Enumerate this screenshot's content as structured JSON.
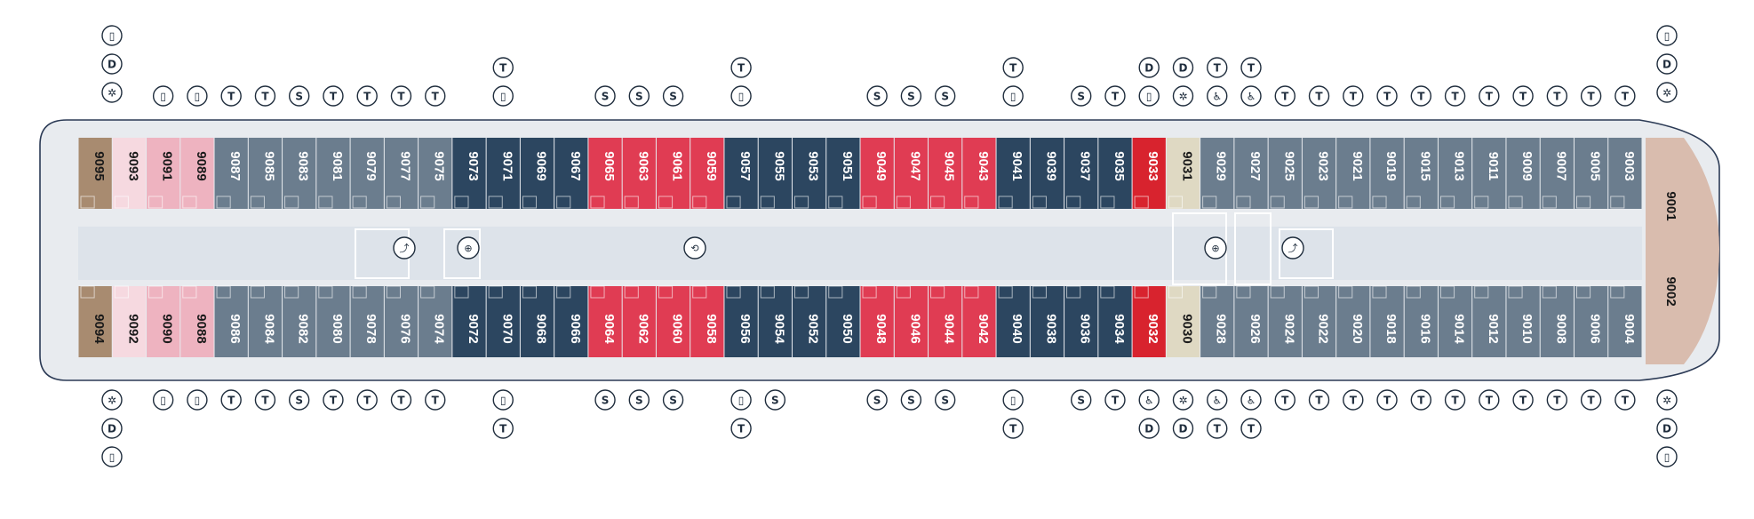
{
  "colors": {
    "hull": "#e8ebef",
    "hull_outline": "#2b3a55",
    "corridor": "#dde3ea",
    "grey_cabin": "#6b7d8e",
    "navy_cabin": "#2c4660",
    "red_cabin": "#e03c53",
    "deep_red_cabin": "#d8232e",
    "pink_cabin": "#eeb3c0",
    "light_pink_cabin": "#f6d9e0",
    "brown_suite": "#a88b70",
    "beige_service": "#dfd9c3",
    "bow_lounge": "#d9bcae",
    "icon_stroke": "#1f2d3d"
  },
  "top_cabins": [
    {
      "n": "9095",
      "c": "brown_suite",
      "ic": []
    },
    {
      "n": "9093",
      "c": "light_pink_cabin",
      "ic": []
    },
    {
      "n": "9091",
      "c": "pink_cabin",
      "ic": [
        "R"
      ]
    },
    {
      "n": "9089",
      "c": "pink_cabin",
      "ic": [
        "R"
      ]
    },
    {
      "n": "9087",
      "c": "grey_cabin",
      "ic": [
        "T"
      ]
    },
    {
      "n": "9085",
      "c": "grey_cabin",
      "ic": [
        "T"
      ]
    },
    {
      "n": "9083",
      "c": "grey_cabin",
      "ic": [
        "S"
      ]
    },
    {
      "n": "9081",
      "c": "grey_cabin",
      "ic": [
        "T"
      ]
    },
    {
      "n": "9079",
      "c": "grey_cabin",
      "ic": [
        "T"
      ]
    },
    {
      "n": "9077",
      "c": "grey_cabin",
      "ic": [
        "T"
      ]
    },
    {
      "n": "9075",
      "c": "grey_cabin",
      "ic": [
        "T"
      ]
    },
    {
      "n": "9073",
      "c": "navy_cabin",
      "ic": []
    },
    {
      "n": "9071",
      "c": "navy_cabin",
      "ic": [
        "T",
        "R"
      ]
    },
    {
      "n": "9069",
      "c": "navy_cabin",
      "ic": []
    },
    {
      "n": "9067",
      "c": "navy_cabin",
      "ic": []
    },
    {
      "n": "9065",
      "c": "red_cabin",
      "ic": [
        "S"
      ]
    },
    {
      "n": "9063",
      "c": "red_cabin",
      "ic": [
        "S"
      ]
    },
    {
      "n": "9061",
      "c": "red_cabin",
      "ic": [
        "S"
      ]
    },
    {
      "n": "9059",
      "c": "red_cabin",
      "ic": []
    },
    {
      "n": "9057",
      "c": "navy_cabin",
      "ic": [
        "T",
        "R"
      ]
    },
    {
      "n": "9055",
      "c": "navy_cabin",
      "ic": []
    },
    {
      "n": "9053",
      "c": "navy_cabin",
      "ic": []
    },
    {
      "n": "9051",
      "c": "navy_cabin",
      "ic": []
    },
    {
      "n": "9049",
      "c": "red_cabin",
      "ic": [
        "S"
      ]
    },
    {
      "n": "9047",
      "c": "red_cabin",
      "ic": [
        "S"
      ]
    },
    {
      "n": "9045",
      "c": "red_cabin",
      "ic": [
        "S"
      ]
    },
    {
      "n": "9043",
      "c": "red_cabin",
      "ic": []
    },
    {
      "n": "9041",
      "c": "navy_cabin",
      "ic": [
        "T",
        "R"
      ]
    },
    {
      "n": "9039",
      "c": "navy_cabin",
      "ic": []
    },
    {
      "n": "9037",
      "c": "navy_cabin",
      "ic": [
        "S"
      ]
    },
    {
      "n": "9035",
      "c": "navy_cabin",
      "ic": [
        "T"
      ]
    },
    {
      "n": "9033",
      "c": "deep_red_cabin",
      "ic": [
        "D",
        "R"
      ]
    },
    {
      "n": "9031",
      "c": "beige_service",
      "ic": [
        "D",
        "W"
      ]
    },
    {
      "n": "9029",
      "c": "grey_cabin",
      "ic": [
        "T",
        "K"
      ]
    },
    {
      "n": "9027",
      "c": "grey_cabin",
      "ic": [
        "T",
        "K"
      ]
    },
    {
      "n": "9025",
      "c": "grey_cabin",
      "ic": [
        "T"
      ]
    },
    {
      "n": "9023",
      "c": "grey_cabin",
      "ic": [
        "T"
      ]
    },
    {
      "n": "9021",
      "c": "grey_cabin",
      "ic": [
        "T"
      ]
    },
    {
      "n": "9019",
      "c": "grey_cabin",
      "ic": [
        "T"
      ]
    },
    {
      "n": "9015",
      "c": "grey_cabin",
      "ic": [
        "T"
      ]
    },
    {
      "n": "9013",
      "c": "grey_cabin",
      "ic": [
        "T"
      ]
    },
    {
      "n": "9011",
      "c": "grey_cabin",
      "ic": [
        "T"
      ]
    },
    {
      "n": "9009",
      "c": "grey_cabin",
      "ic": [
        "T"
      ]
    },
    {
      "n": "9007",
      "c": "grey_cabin",
      "ic": [
        "T"
      ]
    },
    {
      "n": "9005",
      "c": "grey_cabin",
      "ic": [
        "T"
      ]
    },
    {
      "n": "9003",
      "c": "grey_cabin",
      "ic": [
        "T"
      ]
    }
  ],
  "bottom_cabins": [
    {
      "n": "9094",
      "c": "brown_suite",
      "ic": []
    },
    {
      "n": "9092",
      "c": "light_pink_cabin",
      "ic": []
    },
    {
      "n": "9090",
      "c": "pink_cabin",
      "ic": [
        "R"
      ]
    },
    {
      "n": "9088",
      "c": "pink_cabin",
      "ic": [
        "R"
      ]
    },
    {
      "n": "9086",
      "c": "grey_cabin",
      "ic": [
        "T"
      ]
    },
    {
      "n": "9084",
      "c": "grey_cabin",
      "ic": [
        "T"
      ]
    },
    {
      "n": "9082",
      "c": "grey_cabin",
      "ic": [
        "S"
      ]
    },
    {
      "n": "9080",
      "c": "grey_cabin",
      "ic": [
        "T"
      ]
    },
    {
      "n": "9078",
      "c": "grey_cabin",
      "ic": [
        "T"
      ]
    },
    {
      "n": "9076",
      "c": "grey_cabin",
      "ic": [
        "T"
      ]
    },
    {
      "n": "9074",
      "c": "grey_cabin",
      "ic": [
        "T"
      ]
    },
    {
      "n": "9072",
      "c": "navy_cabin",
      "ic": []
    },
    {
      "n": "9070",
      "c": "navy_cabin",
      "ic": [
        "R",
        "T"
      ]
    },
    {
      "n": "9068",
      "c": "navy_cabin",
      "ic": []
    },
    {
      "n": "9066",
      "c": "navy_cabin",
      "ic": []
    },
    {
      "n": "9064",
      "c": "red_cabin",
      "ic": [
        "S"
      ]
    },
    {
      "n": "9062",
      "c": "red_cabin",
      "ic": [
        "S"
      ]
    },
    {
      "n": "9060",
      "c": "red_cabin",
      "ic": [
        "S"
      ]
    },
    {
      "n": "9058",
      "c": "red_cabin",
      "ic": []
    },
    {
      "n": "9056",
      "c": "navy_cabin",
      "ic": [
        "R",
        "T"
      ]
    },
    {
      "n": "9054",
      "c": "navy_cabin",
      "ic": [
        "S"
      ]
    },
    {
      "n": "9052",
      "c": "navy_cabin",
      "ic": []
    },
    {
      "n": "9050",
      "c": "navy_cabin",
      "ic": []
    },
    {
      "n": "9048",
      "c": "red_cabin",
      "ic": [
        "S"
      ]
    },
    {
      "n": "9046",
      "c": "red_cabin",
      "ic": [
        "S"
      ]
    },
    {
      "n": "9044",
      "c": "red_cabin",
      "ic": [
        "S"
      ]
    },
    {
      "n": "9042",
      "c": "red_cabin",
      "ic": []
    },
    {
      "n": "9040",
      "c": "navy_cabin",
      "ic": [
        "R",
        "T"
      ]
    },
    {
      "n": "9038",
      "c": "navy_cabin",
      "ic": []
    },
    {
      "n": "9036",
      "c": "navy_cabin",
      "ic": [
        "S"
      ]
    },
    {
      "n": "9034",
      "c": "navy_cabin",
      "ic": [
        "T"
      ]
    },
    {
      "n": "9032",
      "c": "deep_red_cabin",
      "ic": [
        "K",
        "D"
      ]
    },
    {
      "n": "9030",
      "c": "beige_service",
      "ic": [
        "W",
        "D"
      ]
    },
    {
      "n": "9028",
      "c": "grey_cabin",
      "ic": [
        "K",
        "T"
      ]
    },
    {
      "n": "9026",
      "c": "grey_cabin",
      "ic": [
        "K",
        "T"
      ]
    },
    {
      "n": "9024",
      "c": "grey_cabin",
      "ic": [
        "T"
      ]
    },
    {
      "n": "9022",
      "c": "grey_cabin",
      "ic": [
        "T"
      ]
    },
    {
      "n": "9020",
      "c": "grey_cabin",
      "ic": [
        "T"
      ]
    },
    {
      "n": "9018",
      "c": "grey_cabin",
      "ic": [
        "T"
      ]
    },
    {
      "n": "9016",
      "c": "grey_cabin",
      "ic": [
        "T"
      ]
    },
    {
      "n": "9014",
      "c": "grey_cabin",
      "ic": [
        "T"
      ]
    },
    {
      "n": "9012",
      "c": "grey_cabin",
      "ic": [
        "T"
      ]
    },
    {
      "n": "9010",
      "c": "grey_cabin",
      "ic": [
        "T"
      ]
    },
    {
      "n": "9008",
      "c": "grey_cabin",
      "ic": [
        "T"
      ]
    },
    {
      "n": "9006",
      "c": "grey_cabin",
      "ic": [
        "T"
      ]
    },
    {
      "n": "9004",
      "c": "grey_cabin",
      "ic": [
        "T"
      ]
    }
  ],
  "stern_icons_top": [
    "R",
    "D",
    "W"
  ],
  "stern_icons_bottom": [
    "W",
    "D",
    "R"
  ],
  "bow_icons_top": [
    "R",
    "D",
    "W"
  ],
  "bow_icons_bottom": [
    "W",
    "D",
    "R"
  ],
  "bow_cabins": {
    "top": "9001",
    "bottom": "9002"
  },
  "icon_letters": {
    "T": "T",
    "S": "S",
    "D": "D"
  }
}
